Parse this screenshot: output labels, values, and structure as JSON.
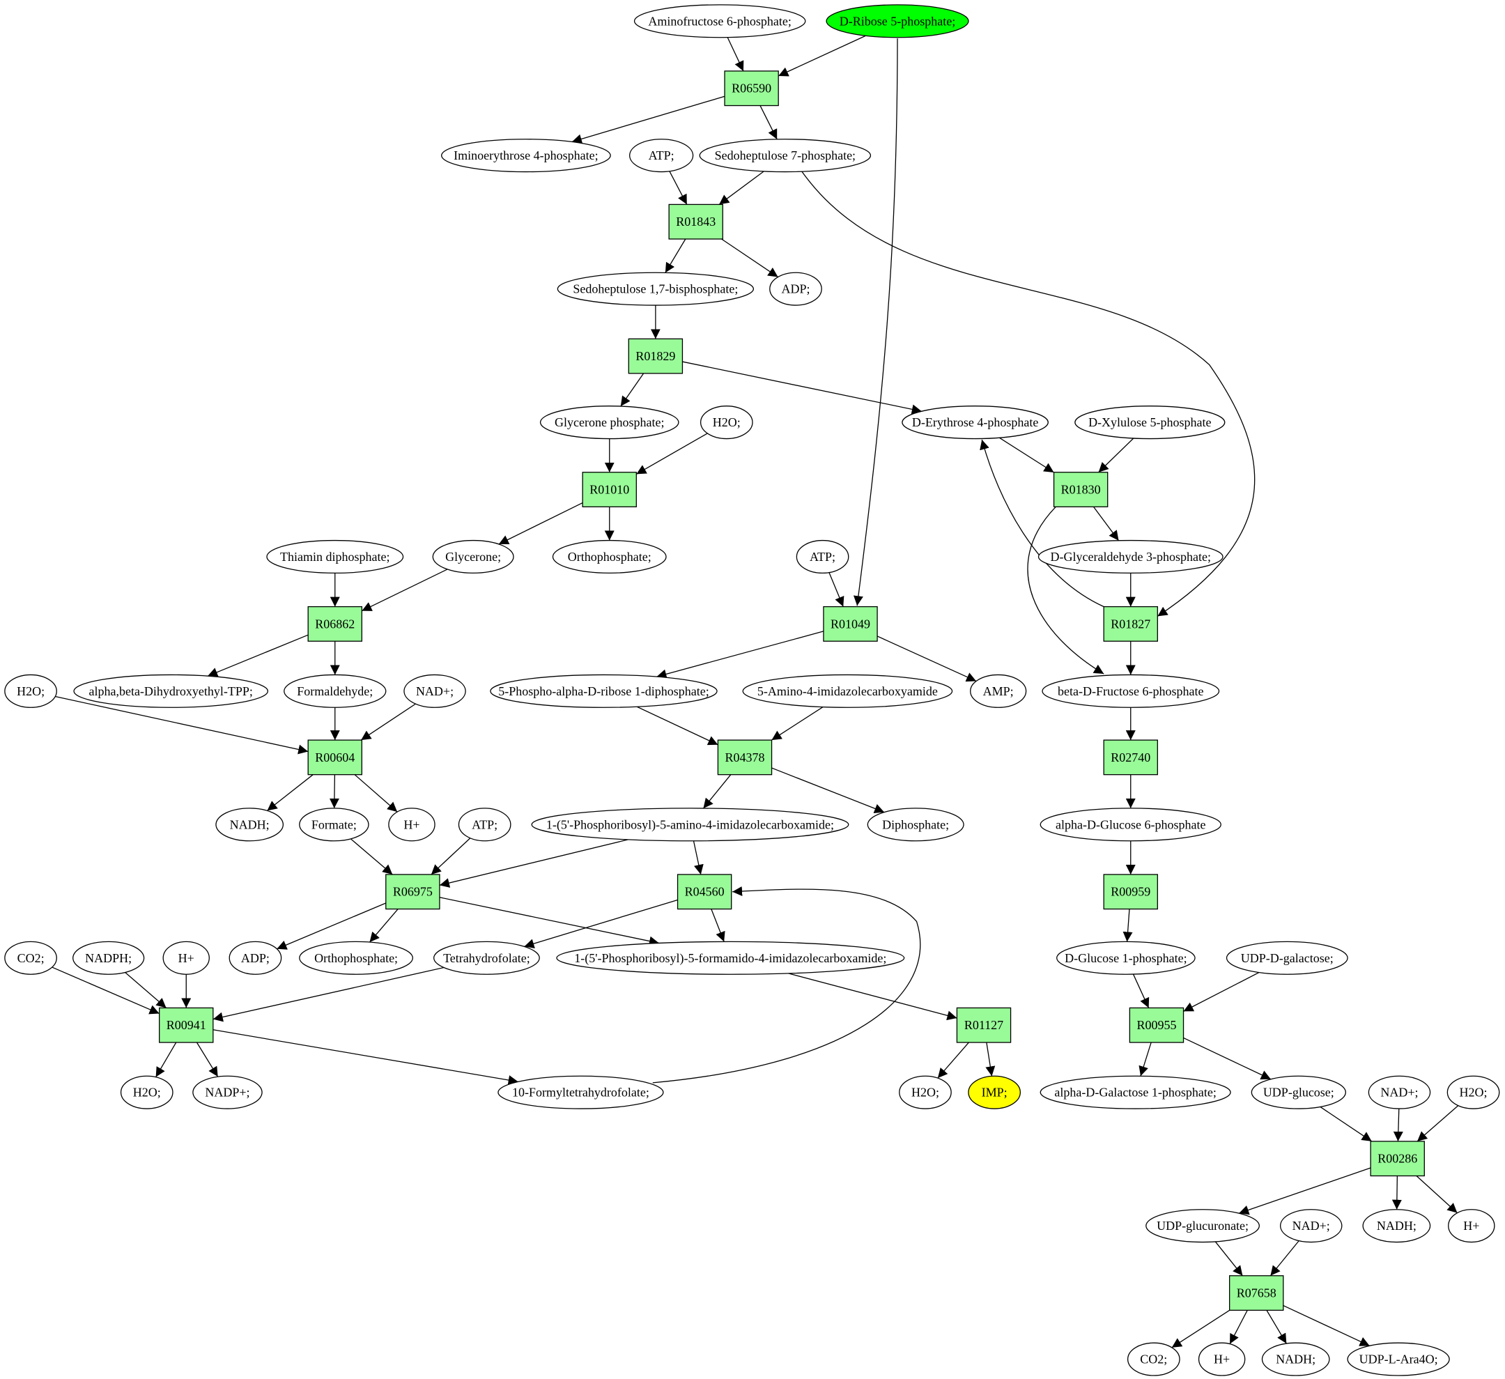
{
  "colors": {
    "reaction_fill": "#98fb98",
    "metabolite_fill": "#ffffff",
    "source_fill": "#00ff00",
    "target_fill": "#ffff00",
    "line": "#000000"
  },
  "nodes": [
    {
      "id": "aminofructose6p",
      "label": "Aminofructose 6-phosphate;",
      "kind": "metabolite"
    },
    {
      "id": "dribose5p",
      "label": "D-Ribose 5-phosphate;",
      "kind": "source"
    },
    {
      "id": "R06590",
      "label": "R06590",
      "kind": "reaction"
    },
    {
      "id": "iminoerythrose4p",
      "label": "Iminoerythrose 4-phosphate;",
      "kind": "metabolite"
    },
    {
      "id": "atp1",
      "label": "ATP;",
      "kind": "metabolite"
    },
    {
      "id": "sedoheptulose7p",
      "label": "Sedoheptulose 7-phosphate;",
      "kind": "metabolite"
    },
    {
      "id": "R01843",
      "label": "R01843",
      "kind": "reaction"
    },
    {
      "id": "sedoheptulose17bp",
      "label": "Sedoheptulose 1,7-bisphosphate;",
      "kind": "metabolite"
    },
    {
      "id": "adp1",
      "label": "ADP;",
      "kind": "metabolite"
    },
    {
      "id": "R01829",
      "label": "R01829",
      "kind": "reaction"
    },
    {
      "id": "glyceronep",
      "label": "Glycerone phosphate;",
      "kind": "metabolite"
    },
    {
      "id": "h2o1",
      "label": "H2O;",
      "kind": "metabolite"
    },
    {
      "id": "derythrose4p",
      "label": "D-Erythrose 4-phosphate",
      "kind": "metabolite"
    },
    {
      "id": "dxylulose5p",
      "label": "D-Xylulose 5-phosphate",
      "kind": "metabolite"
    },
    {
      "id": "R01010",
      "label": "R01010",
      "kind": "reaction"
    },
    {
      "id": "R01830",
      "label": "R01830",
      "kind": "reaction"
    },
    {
      "id": "thiamindp",
      "label": "Thiamin diphosphate;",
      "kind": "metabolite"
    },
    {
      "id": "glycerone",
      "label": "Glycerone;",
      "kind": "metabolite"
    },
    {
      "id": "orthop1",
      "label": "Orthophosphate;",
      "kind": "metabolite"
    },
    {
      "id": "atp2",
      "label": "ATP;",
      "kind": "metabolite"
    },
    {
      "id": "dglyceraldehyde3p",
      "label": "D-Glyceraldehyde 3-phosphate;",
      "kind": "metabolite"
    },
    {
      "id": "R06862",
      "label": "R06862",
      "kind": "reaction"
    },
    {
      "id": "R01049",
      "label": "R01049",
      "kind": "reaction"
    },
    {
      "id": "R01827",
      "label": "R01827",
      "kind": "reaction"
    },
    {
      "id": "h2o2",
      "label": "H2O;",
      "kind": "metabolite"
    },
    {
      "id": "dihydroxyethyltpp",
      "label": "alpha,beta-Dihydroxyethyl-TPP;",
      "kind": "metabolite"
    },
    {
      "id": "formaldehyde",
      "label": "Formaldehyde;",
      "kind": "metabolite"
    },
    {
      "id": "nadplus1",
      "label": "NAD+;",
      "kind": "metabolite"
    },
    {
      "id": "prpp",
      "label": "5-Phospho-alpha-D-ribose 1-diphosphate;",
      "kind": "metabolite"
    },
    {
      "id": "aica",
      "label": "5-Amino-4-imidazolecarboxyamide",
      "kind": "metabolite"
    },
    {
      "id": "amp",
      "label": "AMP;",
      "kind": "metabolite"
    },
    {
      "id": "bdfructose6p",
      "label": "beta-D-Fructose 6-phosphate",
      "kind": "metabolite"
    },
    {
      "id": "R00604",
      "label": "R00604",
      "kind": "reaction"
    },
    {
      "id": "R04378",
      "label": "R04378",
      "kind": "reaction"
    },
    {
      "id": "R02740",
      "label": "R02740",
      "kind": "reaction"
    },
    {
      "id": "nadh1",
      "label": "NADH;",
      "kind": "metabolite"
    },
    {
      "id": "formate",
      "label": "Formate;",
      "kind": "metabolite"
    },
    {
      "id": "hplus1",
      "label": "H+",
      "kind": "metabolite"
    },
    {
      "id": "atp3",
      "label": "ATP;",
      "kind": "metabolite"
    },
    {
      "id": "aicar",
      "label": "1-(5'-Phosphoribosyl)-5-amino-4-imidazolecarboxamide;",
      "kind": "metabolite"
    },
    {
      "id": "diphosphate",
      "label": "Diphosphate;",
      "kind": "metabolite"
    },
    {
      "id": "adglucose6p",
      "label": "alpha-D-Glucose 6-phosphate",
      "kind": "metabolite"
    },
    {
      "id": "R06975",
      "label": "R06975",
      "kind": "reaction"
    },
    {
      "id": "R04560",
      "label": "R04560",
      "kind": "reaction"
    },
    {
      "id": "R00959",
      "label": "R00959",
      "kind": "reaction"
    },
    {
      "id": "co2a",
      "label": "CO2;",
      "kind": "metabolite"
    },
    {
      "id": "nadph",
      "label": "NADPH;",
      "kind": "metabolite"
    },
    {
      "id": "hplus2",
      "label": "H+",
      "kind": "metabolite"
    },
    {
      "id": "adp2",
      "label": "ADP;",
      "kind": "metabolite"
    },
    {
      "id": "orthop2",
      "label": "Orthophosphate;",
      "kind": "metabolite"
    },
    {
      "id": "thf",
      "label": "Tetrahydrofolate;",
      "kind": "metabolite"
    },
    {
      "id": "faicar",
      "label": "1-(5'-Phosphoribosyl)-5-formamido-4-imidazolecarboxamide;",
      "kind": "metabolite"
    },
    {
      "id": "dglucose1p",
      "label": "D-Glucose 1-phosphate;",
      "kind": "metabolite"
    },
    {
      "id": "udpgalactose",
      "label": "UDP-D-galactose;",
      "kind": "metabolite"
    },
    {
      "id": "R00941",
      "label": "R00941",
      "kind": "reaction"
    },
    {
      "id": "R01127",
      "label": "R01127",
      "kind": "reaction"
    },
    {
      "id": "R00955",
      "label": "R00955",
      "kind": "reaction"
    },
    {
      "id": "h2o3",
      "label": "H2O;",
      "kind": "metabolite"
    },
    {
      "id": "nadpplus",
      "label": "NADP+;",
      "kind": "metabolite"
    },
    {
      "id": "formylthf",
      "label": "10-Formyltetrahydrofolate;",
      "kind": "metabolite"
    },
    {
      "id": "h2o4",
      "label": "H2O;",
      "kind": "metabolite"
    },
    {
      "id": "imp",
      "label": "IMP;",
      "kind": "target"
    },
    {
      "id": "adgalactose1p",
      "label": "alpha-D-Galactose 1-phosphate;",
      "kind": "metabolite"
    },
    {
      "id": "udpglucose",
      "label": "UDP-glucose;",
      "kind": "metabolite"
    },
    {
      "id": "nadplus2",
      "label": "NAD+;",
      "kind": "metabolite"
    },
    {
      "id": "h2o5",
      "label": "H2O;",
      "kind": "metabolite"
    },
    {
      "id": "R00286",
      "label": "R00286",
      "kind": "reaction"
    },
    {
      "id": "udpglucuronate",
      "label": "UDP-glucuronate;",
      "kind": "metabolite"
    },
    {
      "id": "nadplus3",
      "label": "NAD+;",
      "kind": "metabolite"
    },
    {
      "id": "nadh2",
      "label": "NADH;",
      "kind": "metabolite"
    },
    {
      "id": "hplus3",
      "label": "H+",
      "kind": "metabolite"
    },
    {
      "id": "R07658",
      "label": "R07658",
      "kind": "reaction"
    },
    {
      "id": "co2b",
      "label": "CO2;",
      "kind": "metabolite"
    },
    {
      "id": "hplus4",
      "label": "H+",
      "kind": "metabolite"
    },
    {
      "id": "nadh3",
      "label": "NADH;",
      "kind": "metabolite"
    },
    {
      "id": "udpara4o",
      "label": "UDP-L-Ara4O;",
      "kind": "metabolite"
    }
  ],
  "edges": [
    [
      "aminofructose6p",
      "R06590"
    ],
    [
      "dribose5p",
      "R06590"
    ],
    [
      "dribose5p",
      "R01049"
    ],
    [
      "R06590",
      "iminoerythrose4p"
    ],
    [
      "R06590",
      "sedoheptulose7p"
    ],
    [
      "atp1",
      "R01843"
    ],
    [
      "sedoheptulose7p",
      "R01843"
    ],
    [
      "sedoheptulose7p",
      "R01827"
    ],
    [
      "R01843",
      "sedoheptulose17bp"
    ],
    [
      "R01843",
      "adp1"
    ],
    [
      "sedoheptulose17bp",
      "R01829"
    ],
    [
      "R01829",
      "glyceronep"
    ],
    [
      "R01829",
      "derythrose4p"
    ],
    [
      "glyceronep",
      "R01010"
    ],
    [
      "h2o1",
      "R01010"
    ],
    [
      "R01010",
      "glycerone"
    ],
    [
      "R01010",
      "orthop1"
    ],
    [
      "derythrose4p",
      "R01830"
    ],
    [
      "dxylulose5p",
      "R01830"
    ],
    [
      "R01830",
      "dglyceraldehyde3p"
    ],
    [
      "R01830",
      "bdfructose6p"
    ],
    [
      "dglyceraldehyde3p",
      "R01827"
    ],
    [
      "R01827",
      "derythrose4p"
    ],
    [
      "R01827",
      "bdfructose6p"
    ],
    [
      "thiamindp",
      "R06862"
    ],
    [
      "glycerone",
      "R06862"
    ],
    [
      "R06862",
      "dihydroxyethyltpp"
    ],
    [
      "R06862",
      "formaldehyde"
    ],
    [
      "atp2",
      "R01049"
    ],
    [
      "R01049",
      "prpp"
    ],
    [
      "R01049",
      "amp"
    ],
    [
      "h2o2",
      "R00604"
    ],
    [
      "formaldehyde",
      "R00604"
    ],
    [
      "nadplus1",
      "R00604"
    ],
    [
      "R00604",
      "nadh1"
    ],
    [
      "R00604",
      "formate"
    ],
    [
      "R00604",
      "hplus1"
    ],
    [
      "prpp",
      "R04378"
    ],
    [
      "aica",
      "R04378"
    ],
    [
      "R04378",
      "aicar"
    ],
    [
      "R04378",
      "diphosphate"
    ],
    [
      "bdfructose6p",
      "R02740"
    ],
    [
      "R02740",
      "adglucose6p"
    ],
    [
      "formate",
      "R06975"
    ],
    [
      "atp3",
      "R06975"
    ],
    [
      "aicar",
      "R06975"
    ],
    [
      "R06975",
      "adp2"
    ],
    [
      "R06975",
      "orthop2"
    ],
    [
      "R06975",
      "faicar"
    ],
    [
      "aicar",
      "R04560"
    ],
    [
      "formylthf",
      "R04560"
    ],
    [
      "R04560",
      "thf"
    ],
    [
      "R04560",
      "faicar"
    ],
    [
      "adglucose6p",
      "R00959"
    ],
    [
      "R00959",
      "dglucose1p"
    ],
    [
      "co2a",
      "R00941"
    ],
    [
      "nadph",
      "R00941"
    ],
    [
      "hplus2",
      "R00941"
    ],
    [
      "thf",
      "R00941"
    ],
    [
      "R00941",
      "h2o3"
    ],
    [
      "R00941",
      "nadpplus"
    ],
    [
      "R00941",
      "formylthf"
    ],
    [
      "faicar",
      "R01127"
    ],
    [
      "R01127",
      "h2o4"
    ],
    [
      "R01127",
      "imp"
    ],
    [
      "dglucose1p",
      "R00955"
    ],
    [
      "udpgalactose",
      "R00955"
    ],
    [
      "R00955",
      "adgalactose1p"
    ],
    [
      "R00955",
      "udpglucose"
    ],
    [
      "udpglucose",
      "R00286"
    ],
    [
      "nadplus2",
      "R00286"
    ],
    [
      "h2o5",
      "R00286"
    ],
    [
      "R00286",
      "udpglucuronate"
    ],
    [
      "R00286",
      "nadh2"
    ],
    [
      "R00286",
      "hplus3"
    ],
    [
      "udpglucuronate",
      "R07658"
    ],
    [
      "nadplus3",
      "R07658"
    ],
    [
      "R07658",
      "co2b"
    ],
    [
      "R07658",
      "hplus4"
    ],
    [
      "R07658",
      "nadh3"
    ],
    [
      "R07658",
      "udpara4o"
    ]
  ]
}
